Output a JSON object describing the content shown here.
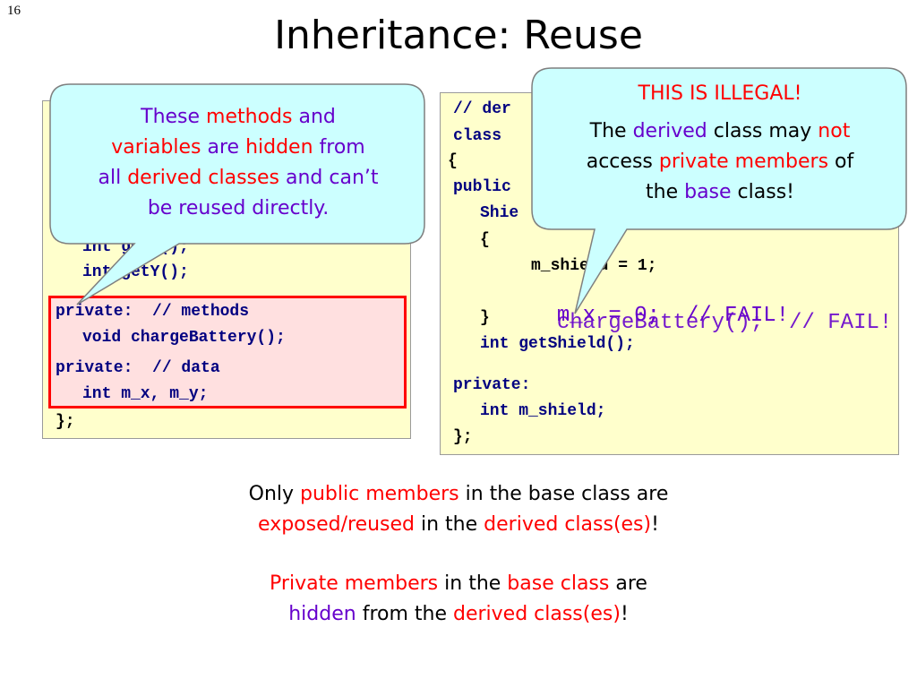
{
  "slide": {
    "page_number": "16",
    "title": "Inheritance: Reuse"
  },
  "left_code": {
    "hidden_lines": [
      "int getX();",
      "int getY();"
    ],
    "private_methods": "private:  // methods",
    "method_decl": "void chargeBattery();",
    "private_data": "private:  // data",
    "data_decl": "int m_x, m_y;",
    "closing": "};"
  },
  "right_code": {
    "comment": "// der",
    "class_kw": "class",
    "open_brace": "{",
    "public_kw": "public",
    "ctor_start": "Shie",
    "ctor_open": "{",
    "stmt": "m_shield = 1;",
    "ctor_close": "}",
    "getter": "int getShield();",
    "private_kw": "private:",
    "member": "int m_shield;",
    "closing": "};"
  },
  "overlays": {
    "line1": "m_x = 0;  // FAIL!",
    "line2": "chargeBattery();  // FAIL!"
  },
  "callout_left": {
    "parts": [
      "These ",
      "methods",
      " and ",
      "variables",
      " are ",
      "hidden",
      " from ",
      "all ",
      "derived classes",
      " and can’t ",
      "be reused directly."
    ]
  },
  "callout_right": {
    "heading": "THIS IS ILLEGAL!",
    "parts": [
      "The ",
      "derived",
      " class may ",
      "not",
      " access ",
      "private members",
      " of ",
      "the ",
      "base",
      " class!"
    ]
  },
  "caption1": {
    "parts": [
      "Only ",
      "public members",
      " in the base class are ",
      "exposed/reused",
      " in the ",
      "derived class(es)",
      "!"
    ]
  },
  "caption2": {
    "parts": [
      "Private members",
      " in the ",
      "base class",
      " are ",
      "hidden",
      " from the ",
      "derived class(es)",
      "!"
    ]
  },
  "colors": {
    "code_bg": "#ffffcc",
    "callout_bg": "#ccffff",
    "accent_red": "#ff0000",
    "accent_purple": "#6600cc",
    "keyword": "#000080"
  }
}
